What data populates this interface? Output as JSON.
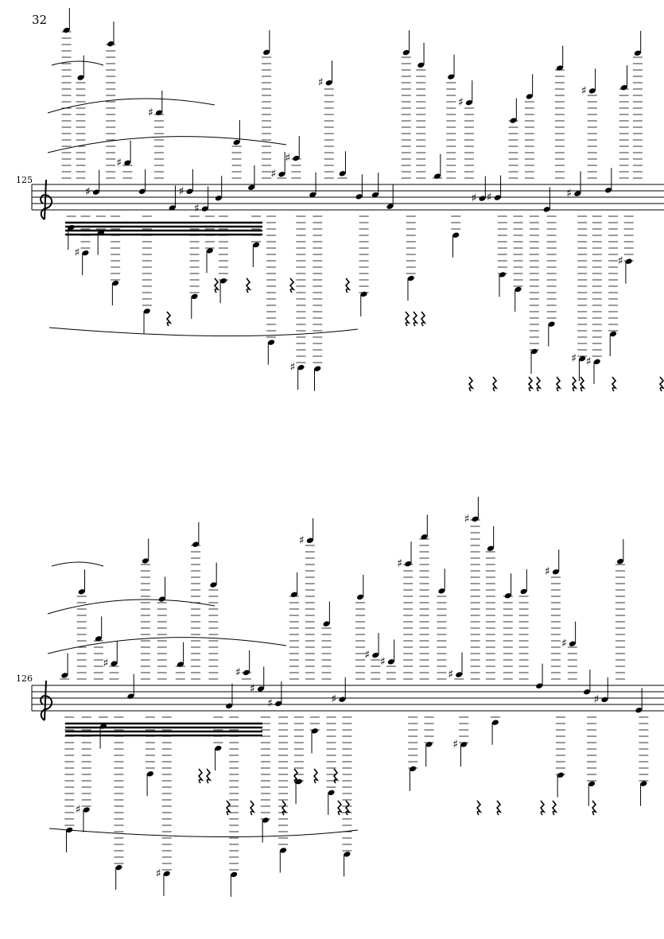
{
  "page": {
    "number": "32"
  },
  "systems": [
    {
      "measure_number": "125",
      "clef": "treble"
    },
    {
      "measure_number": "126",
      "clef": "treble"
    }
  ],
  "colors": {
    "ink": "#000000",
    "paper": "#ffffff"
  }
}
